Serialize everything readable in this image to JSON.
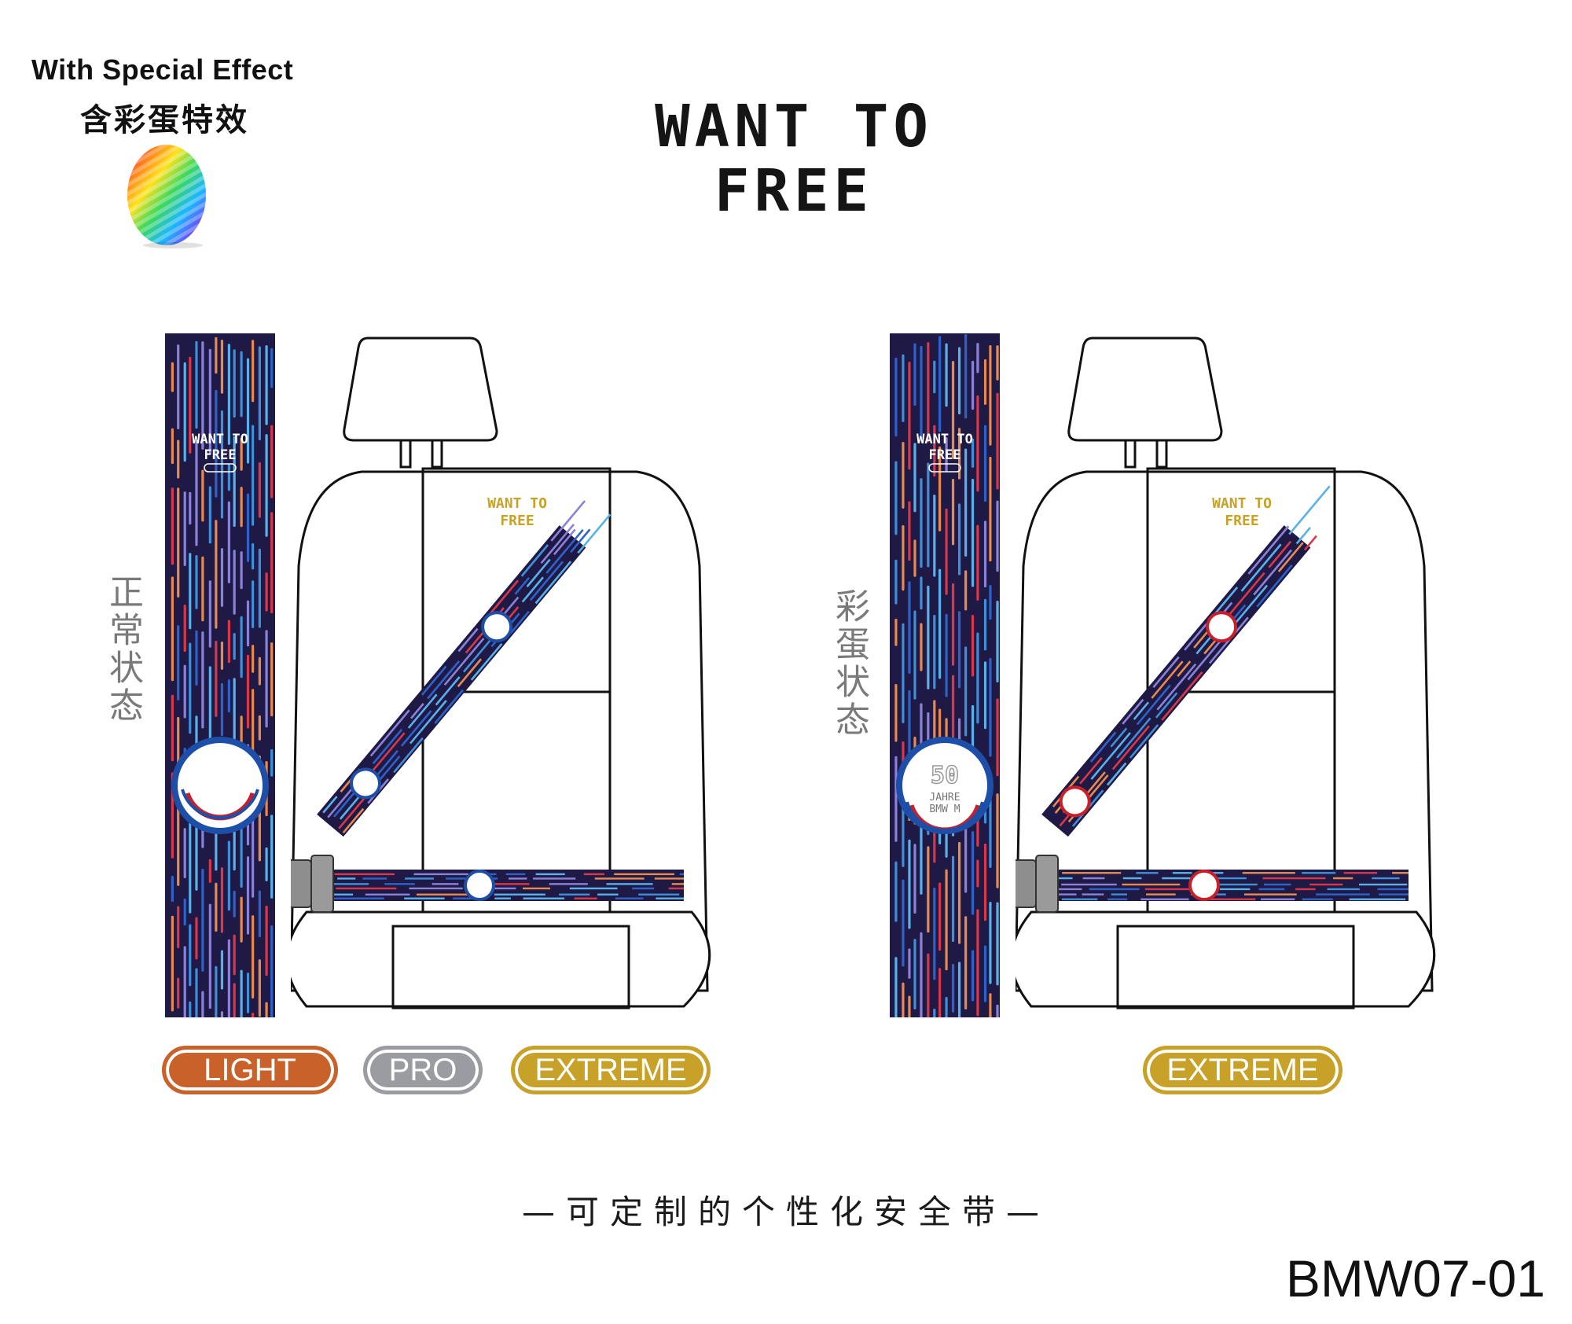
{
  "header": {
    "special_effect_en": "With Special Effect",
    "special_effect_cn": "含彩蛋特效",
    "brand_line1": "WANT TO",
    "brand_line2": "FREE"
  },
  "panels": [
    {
      "state_label": "正常状态",
      "strap_brand_line1": "WANT TO",
      "strap_brand_line2": "FREE",
      "seat_logo_line1": "WANT TO",
      "seat_logo_line2": "FREE",
      "badge_text": ""
    },
    {
      "state_label": "彩蛋状态",
      "strap_brand_line1": "WANT TO",
      "strap_brand_line2": "FREE",
      "seat_logo_line1": "WANT TO",
      "seat_logo_line2": "FREE",
      "badge_number": "50",
      "badge_line1": "JAHRE",
      "badge_line2": "BMW M"
    }
  ],
  "editions": {
    "left": [
      {
        "label": "LIGHT",
        "color": "#c8622a"
      },
      {
        "label": "PRO",
        "color": "#9a9ca1"
      },
      {
        "label": "EXTREME",
        "color": "#c7a128"
      }
    ],
    "right": [
      {
        "label": "EXTREME",
        "color": "#c7a128"
      }
    ]
  },
  "tagline": "—可定制的个性化安全带—",
  "product_code": "BMW07-01",
  "colors": {
    "strap_bg": "#1f1a45",
    "stripe_blue": "#3f8fd9",
    "stripe_red": "#d8384a",
    "stripe_orange": "#e88a50",
    "stripe_purple": "#8a82d6",
    "gold": "#c7a128"
  }
}
